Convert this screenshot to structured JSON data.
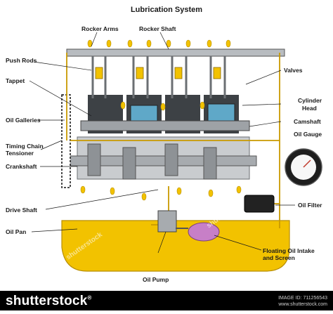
{
  "title": "Lubrication System",
  "labels": {
    "rocker_arms": "Rocker Arms",
    "rocker_shaft": "Rocker Shaft",
    "push_rods": "Push Rods",
    "valves": "Valves",
    "tappet": "Tappet",
    "cylinder_head_1": "Cylinder",
    "cylinder_head_2": "Head",
    "oil_galleries": "Oil Galleries",
    "camshaft": "Camshaft",
    "oil_gauge": "Oil Gauge",
    "timing_chain_1": "Timing Chain",
    "timing_chain_2": "Tensioner",
    "crankshaft": "Crankshaft",
    "drive_shaft": "Drive Shaft",
    "oil_filter": "Oil Filter",
    "oil_pan": "Oil Pan",
    "floating_1": "Floating Oil Intake",
    "floating_2": "and Screen",
    "oil_pump": "Oil Pump"
  },
  "footer": {
    "brand": "shutterstock",
    "image_id": "IMAGE ID: 711256543",
    "site": "www.shutterstock.com"
  },
  "colors": {
    "oil": "#f2c200",
    "oil_dark": "#c99a00",
    "metal": "#b8bcc0",
    "metal_dark": "#55595d",
    "piston_blue": "#5fa8c8",
    "screen": "#c77fc7"
  }
}
